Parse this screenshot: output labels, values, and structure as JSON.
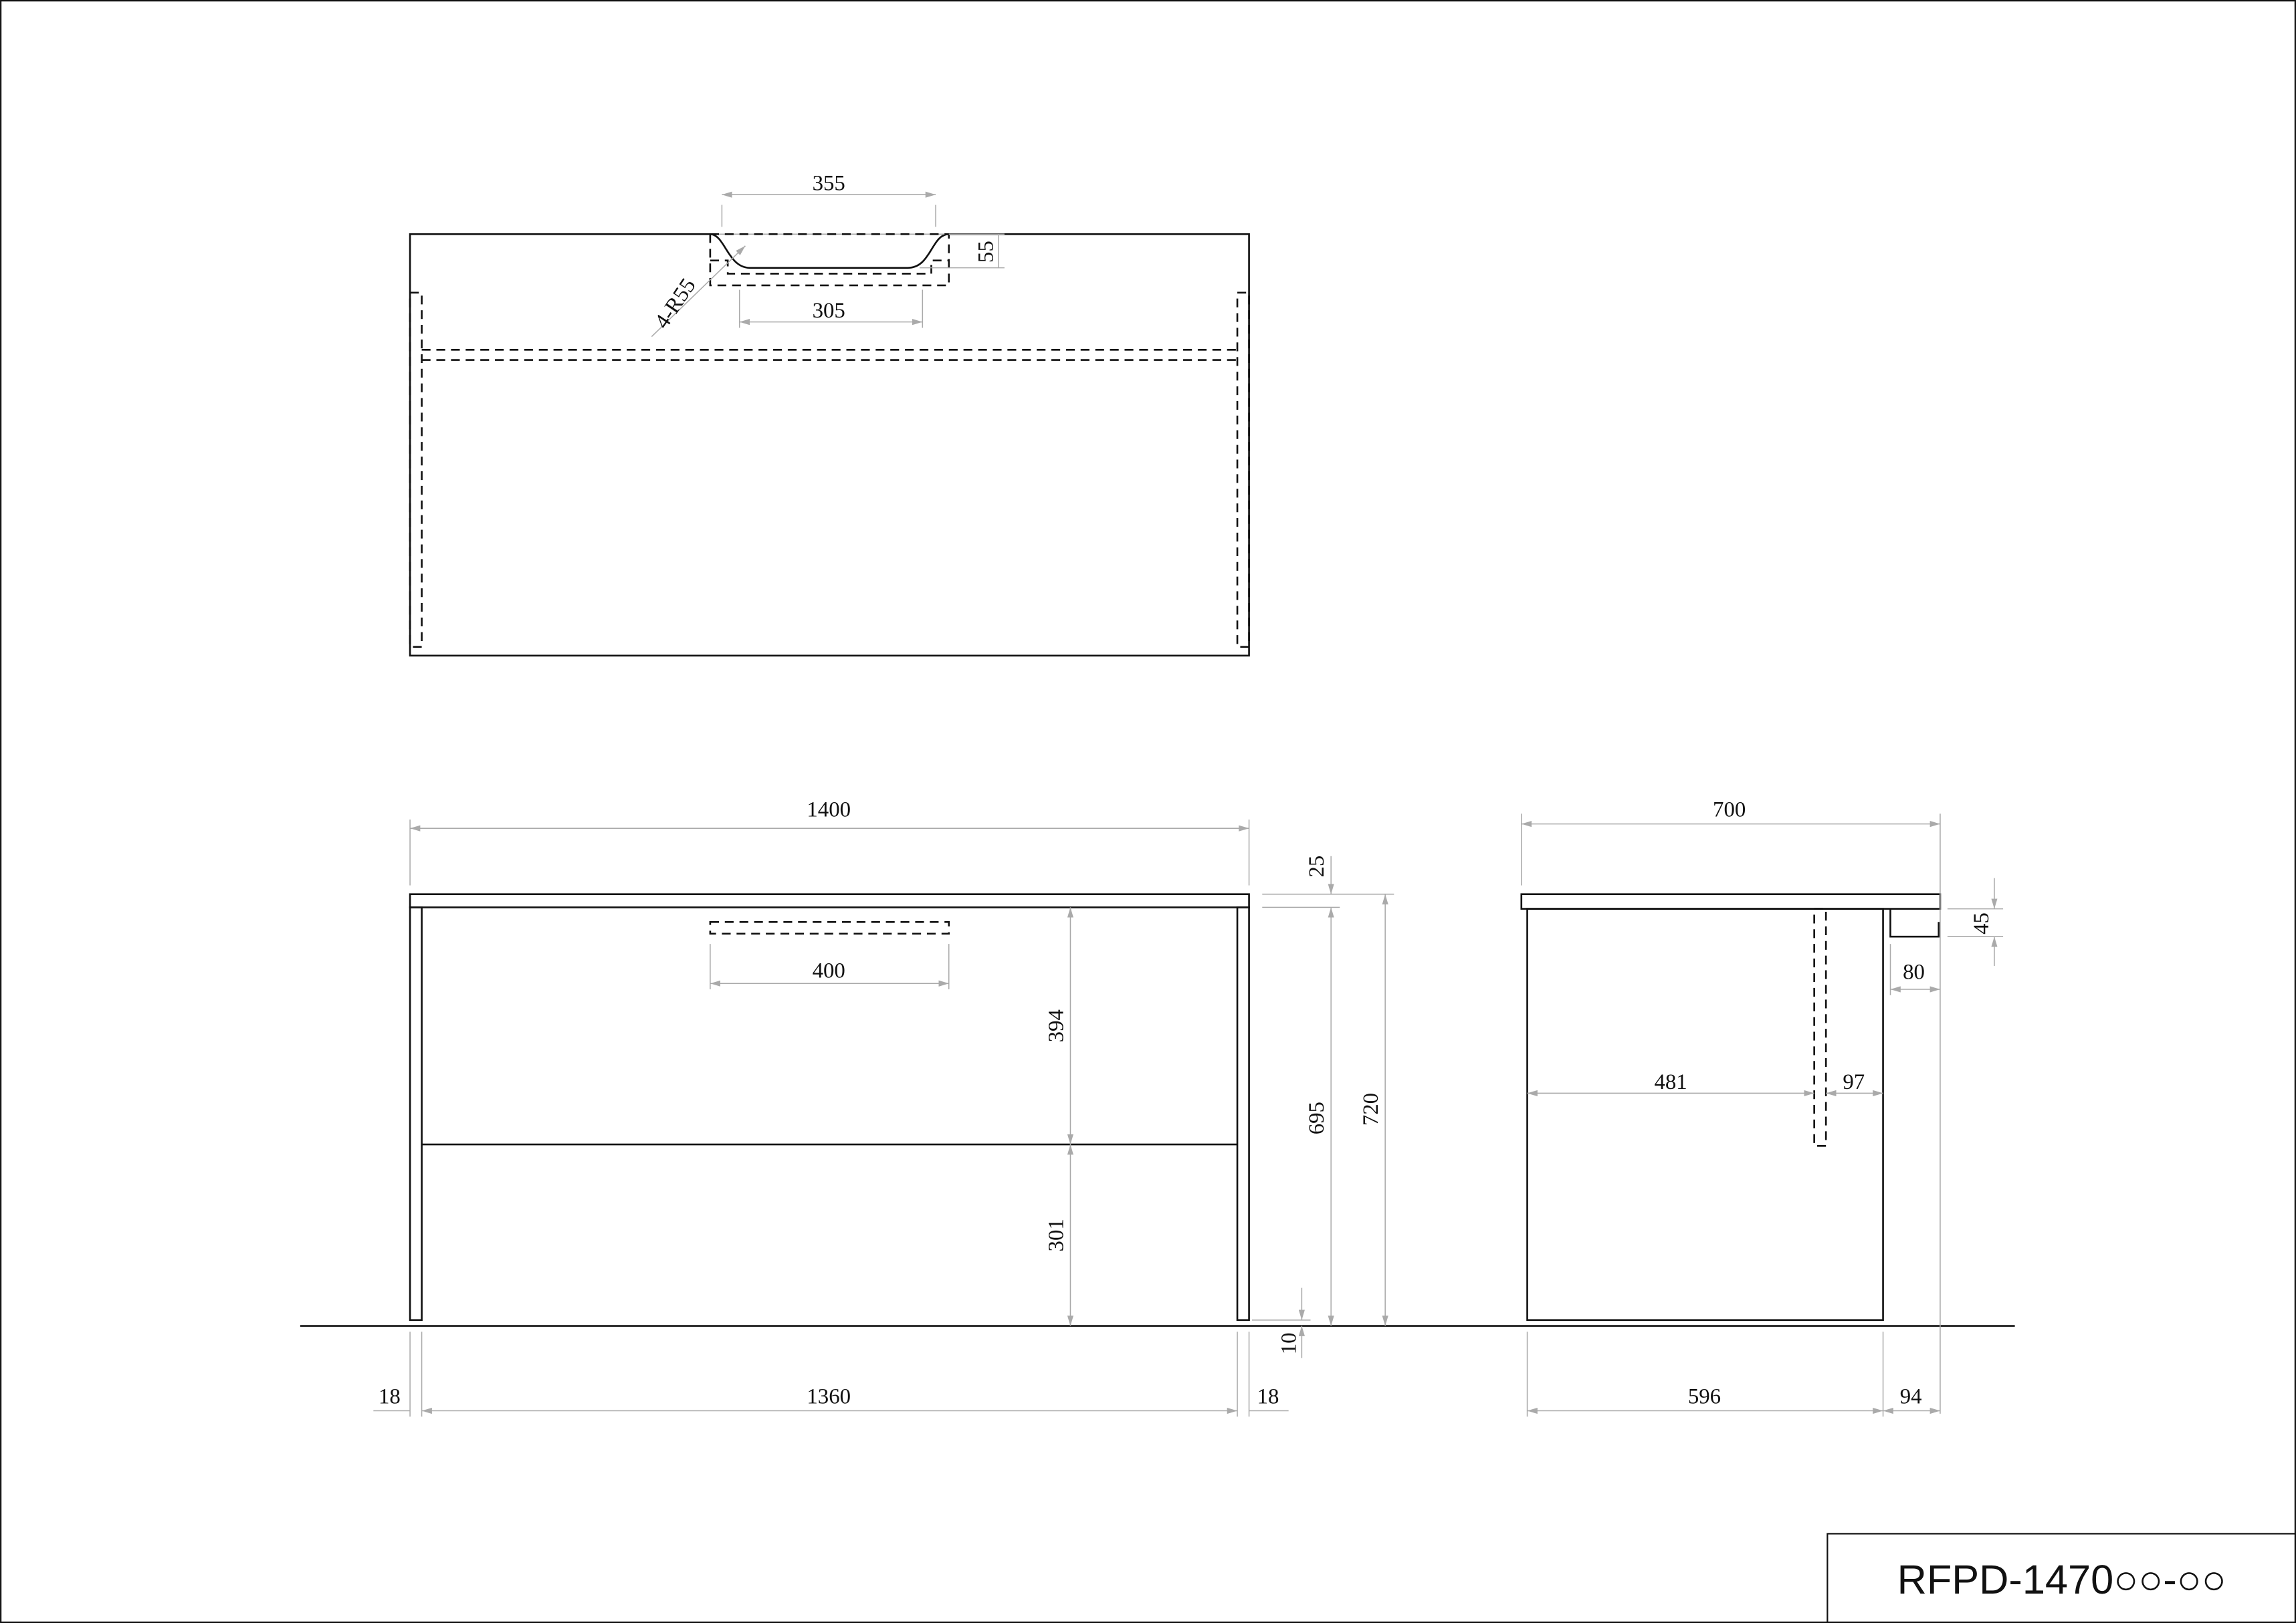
{
  "title_block": {
    "model": "RFPD-1470○○-○○"
  },
  "top_view": {
    "dims": {
      "sink_width_top": "355",
      "sink_width_bottom": "305",
      "sink_depth": "55",
      "corner_radius": "4-R55"
    }
  },
  "front_view": {
    "dims": {
      "overall_width": "1400",
      "drawer_handle": "400",
      "upper_height": "394",
      "lower_height": "301",
      "body_height": "695",
      "overall_height": "720",
      "top_thickness": "25",
      "foot_clearance": "10",
      "left_side": "18",
      "inner_width": "1360",
      "right_side": "18"
    }
  },
  "side_view": {
    "dims": {
      "overall_depth": "700",
      "bracket_height": "45",
      "bracket_depth": "80",
      "post_offset": "481",
      "post_to_back": "97",
      "body_depth": "596",
      "overhang": "94"
    }
  }
}
